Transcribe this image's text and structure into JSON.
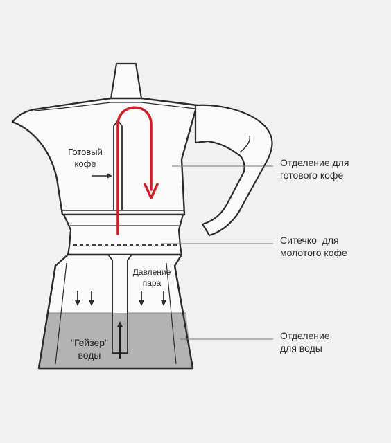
{
  "labels": {
    "ready_coffee": [
      "Готовый",
      "кофе"
    ],
    "ready_chamber": [
      "Отделение для",
      "готового кофе"
    ],
    "filter": [
      "Ситечко  для",
      "молотого кофе"
    ],
    "steam_pressure": [
      "Давление",
      "пара"
    ],
    "geyser": [
      "\"Гейзер\"",
      "воды"
    ],
    "water_chamber": [
      "Отделение",
      "для воды"
    ]
  },
  "colors": {
    "background": "#f1f1f1",
    "outline": "#2b2b2b",
    "flow_arrow": "#d11f26",
    "water": "#b3b3b3",
    "leader_line": "#777777"
  }
}
